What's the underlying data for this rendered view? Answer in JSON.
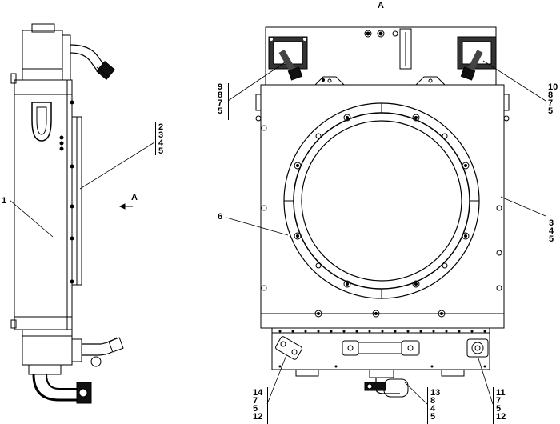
{
  "view_label_top": "A",
  "view_label_side": "A",
  "callouts": {
    "c1": {
      "items": [
        "1"
      ]
    },
    "c2": {
      "items": [
        "2",
        "3",
        "4",
        "5"
      ]
    },
    "c3": {
      "items": [
        "9",
        "8",
        "7",
        "5"
      ]
    },
    "c4": {
      "items": [
        "10",
        "8",
        "7",
        "5"
      ]
    },
    "c5": {
      "items": [
        "6"
      ]
    },
    "c6": {
      "items": [
        "3",
        "4",
        "5"
      ]
    },
    "c7": {
      "items": [
        "14",
        "7",
        "5",
        "12"
      ]
    },
    "c8": {
      "items": [
        "13",
        "8",
        "4",
        "5"
      ]
    },
    "c9": {
      "items": [
        "11",
        "7",
        "5",
        "12"
      ]
    }
  }
}
